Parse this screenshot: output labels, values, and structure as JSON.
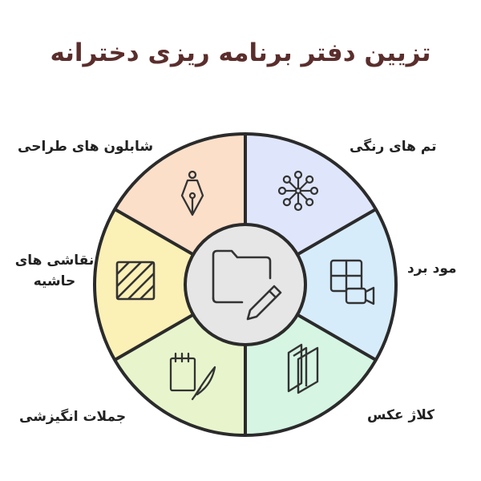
{
  "title": "تزیین دفتر برنامه ریزی دخترانه",
  "center": {
    "icon": "folder-pencil-icon"
  },
  "segments": [
    {
      "id": "color-themes",
      "label": "تم های رنگی",
      "color": "#dfe6fb",
      "icon": "network-icon"
    },
    {
      "id": "mood-board",
      "label": "مود برد",
      "color": "#d7ecfb",
      "icon": "board-camera-icon"
    },
    {
      "id": "photo-collage",
      "label": "کلاژ عکس",
      "color": "#d6f5e3",
      "icon": "photo-stack-icon"
    },
    {
      "id": "inspirational-quotes",
      "label": "جملات انگیزشی",
      "color": "#e8f5cc",
      "icon": "notebook-quill-icon"
    },
    {
      "id": "border-drawings",
      "label": "نقاشی های حاشیه",
      "color": "#fbf0b6",
      "icon": "hatched-square-icon"
    },
    {
      "id": "design-templates",
      "label": "شابلون های طراحی",
      "color": "#fbdfc9",
      "icon": "pen-nib-icon"
    }
  ]
}
